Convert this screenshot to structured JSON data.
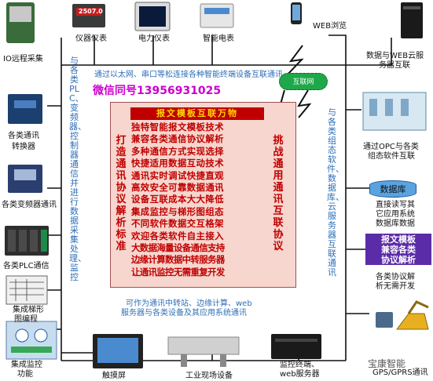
{
  "top_devices": {
    "instrument": "仪器仪表",
    "power_meter": "电力仪表",
    "smart_meter": "智能电表",
    "web_browse": "WEB浏览",
    "meter_reading": "2507.0"
  },
  "left_devices": {
    "io": "IO远程采集",
    "converter_line1": "各类通讯",
    "converter_line2": "转换器",
    "vfd": "各类变频器通讯",
    "plc": "各类PLC通信",
    "ladder_line1": "集成梯形",
    "ladder_line2": "图编程",
    "monitor_line1": "集成监控",
    "monitor_line2": "功能"
  },
  "right_devices": {
    "web_server_line1": "数据与WEB云服",
    "web_server_line2": "务器互联",
    "opc_line1": "通过OPC与各类",
    "opc_line2": "组态软件互联",
    "database": "数据库",
    "db_desc_line1": "直接读写其",
    "db_desc_line2": "它应用系统",
    "db_desc_line3": "数据库数据",
    "protocol_box": [
      "报文模板",
      "兼容各类",
      "协议解析"
    ],
    "protocol_desc_line1": "各类协议解",
    "protocol_desc_line2": "析无需开发",
    "gps": "GPS/GPRS通讯"
  },
  "bottom_devices": {
    "touchscreen": "触摸屏",
    "field_equipment": "工业现场设备",
    "terminal_line1": "监控终端、",
    "terminal_line2": "web服务器"
  },
  "flow_texts": {
    "top": "通过以太网、串口等松连接各种智能终端设备互联通讯",
    "bottom_line1": "可作为通讯中转站、边缘计算、web",
    "bottom_line2": "服务器与各类设备及其应用系统通讯",
    "left_outer": "与各类PLC、变频器、控制器通信并进行数据采集处理、监控",
    "right_outer": "与各类组态软件、数据库、云服务器互联通讯",
    "left_inner": "打造通讯协议解析标准",
    "right_inner": "挑战通用通讯互联协议"
  },
  "cloud": "互联网",
  "wechat": "微信同号13956931025",
  "panel": {
    "title": "报文模板互联万物",
    "lines": [
      "独特智能报文模板技术",
      "兼容各类通信协议解析",
      "多种通信方式实现选择",
      "快捷适用数据互动技术",
      "通讯实时调试快捷直观",
      "高效安全可靠数据通讯",
      "设备互联成本大大降低",
      "集成监控与梯形图组态",
      "不同软件数据交互格架",
      "欢迎各类软件自主接入",
      "大数据海量设备通信支持",
      "边缘计算数据中转服务器",
      "让通讯监控无需重复开发"
    ]
  },
  "watermark": "宝康智能",
  "colors": {
    "panel_bg": "#f6d6ce",
    "panel_text": "#c00000",
    "title_bg": "#c00000",
    "title_text": "#ffd900",
    "flow_text": "#2e6fb8",
    "cloud": "#1ea84a",
    "database": "#5aa3e0",
    "protocol_box": "#5b2ca8",
    "wechat": "#cc00cc"
  }
}
